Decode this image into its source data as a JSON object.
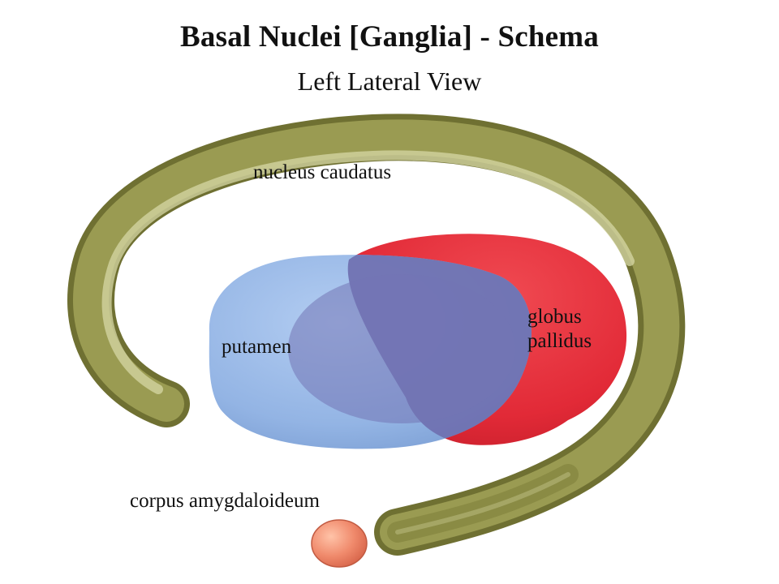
{
  "title": "Basal Nuclei [Ganglia] - Schema",
  "subtitle": "Left Lateral View",
  "colors": {
    "caudate": "#8c8c42",
    "caudate_highlight": "#d6d7a6",
    "putamen": "#96b6e6",
    "globus_pallidus": "#e22a37",
    "overlap": "#6f70b0",
    "amygdala": "#f08a6c"
  },
  "labels": {
    "caudatus": "nucleus caudatus",
    "putamen": "putamen",
    "globus_line1": "globus",
    "globus_line2": "pallidus",
    "amygdala": "corpus amygdaloideum"
  }
}
